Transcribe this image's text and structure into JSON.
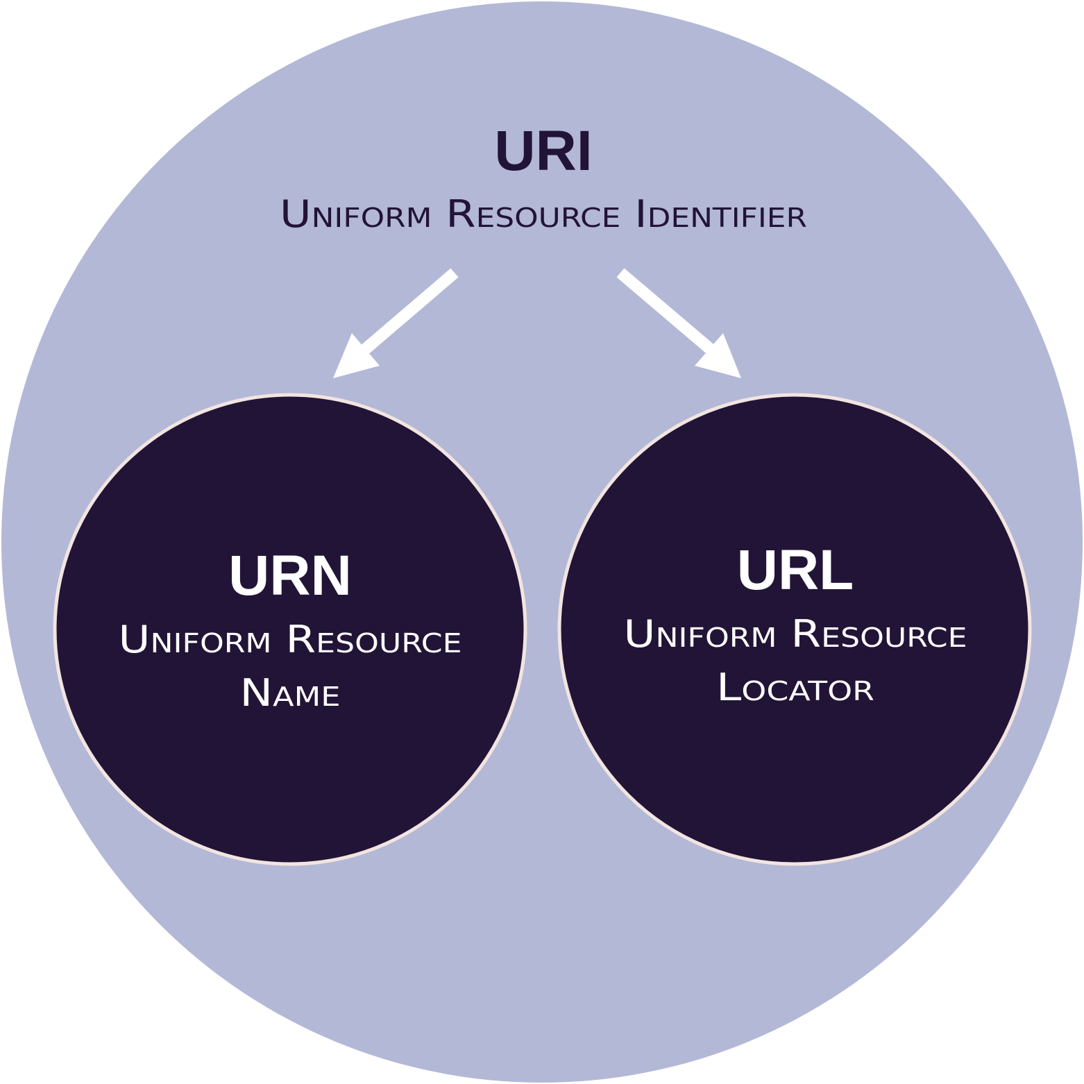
{
  "colors": {
    "background": "#ffffff",
    "outer_circle": "#b3b8d6",
    "inner_circle": "#221436",
    "inner_circle_border": "#f2e4e0",
    "arrow": "#ffffff",
    "outer_text": "#221436",
    "inner_text": "#ffffff"
  },
  "uri": {
    "abbr": "URI",
    "full": "Uniform Resource Identifier"
  },
  "urn": {
    "abbr": "URN",
    "full_line1": "Uniform Resource",
    "full_line2": "Name"
  },
  "url": {
    "abbr": "URL",
    "full_line1": "Uniform Resource",
    "full_line2": "Locator"
  },
  "arrows": [
    {
      "from": "uri",
      "to": "urn",
      "icon": "arrow-down-left-icon"
    },
    {
      "from": "uri",
      "to": "url",
      "icon": "arrow-down-right-icon"
    }
  ]
}
